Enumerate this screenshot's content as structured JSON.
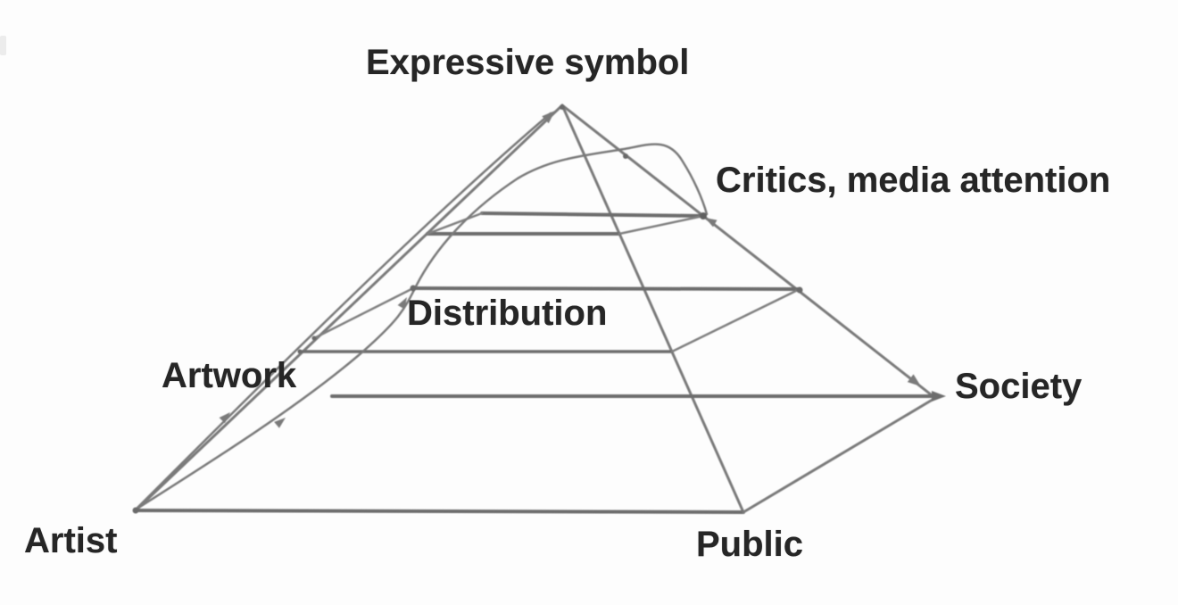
{
  "colors": {
    "line": "#7a7a7a",
    "line_bold": "#6d6d6d",
    "text": "#262626",
    "background": "#fdfdfd"
  },
  "diagram": {
    "type": "pyramid_flow",
    "labels": {
      "apex": "Expressive symbol",
      "critics": "Critics, media attention",
      "distribution": "Distribution",
      "artwork": "Artwork",
      "artist": "Artist",
      "public": "Public",
      "society": "Society"
    }
  }
}
